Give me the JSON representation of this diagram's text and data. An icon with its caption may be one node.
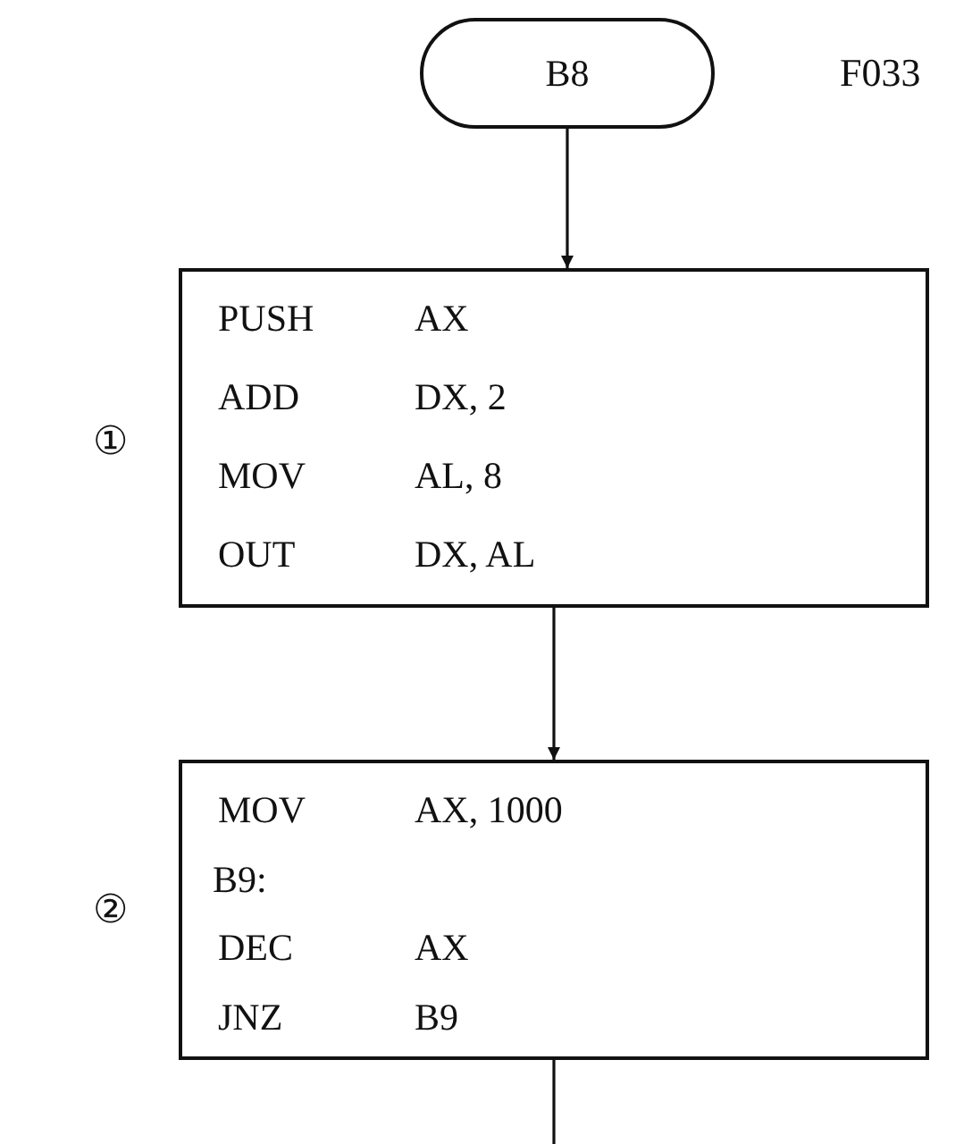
{
  "diagram": {
    "nodes": [
      {
        "text": [
          "B8"
        ],
        "beside": [
          "F033"
        ]
      },
      {
        "text": [
          "PUSH",
          "AX",
          "ADD",
          "DX, 2",
          "MOV",
          "AL, 8",
          "OUT",
          "DX, AL"
        ],
        "beside": [
          "①"
        ]
      },
      {
        "text": [
          "MOV",
          "AX, 1000",
          "B9:",
          "DEC",
          "AX",
          "JNZ",
          "B9"
        ],
        "beside": [
          "②"
        ]
      }
    ],
    "edges": [
      {
        "from": 0,
        "to": 1,
        "arrow": "to"
      },
      {
        "from": 1,
        "to": 2,
        "arrow": "to"
      },
      {
        "from": 2,
        "to": null,
        "arrow": "none"
      }
    ]
  }
}
